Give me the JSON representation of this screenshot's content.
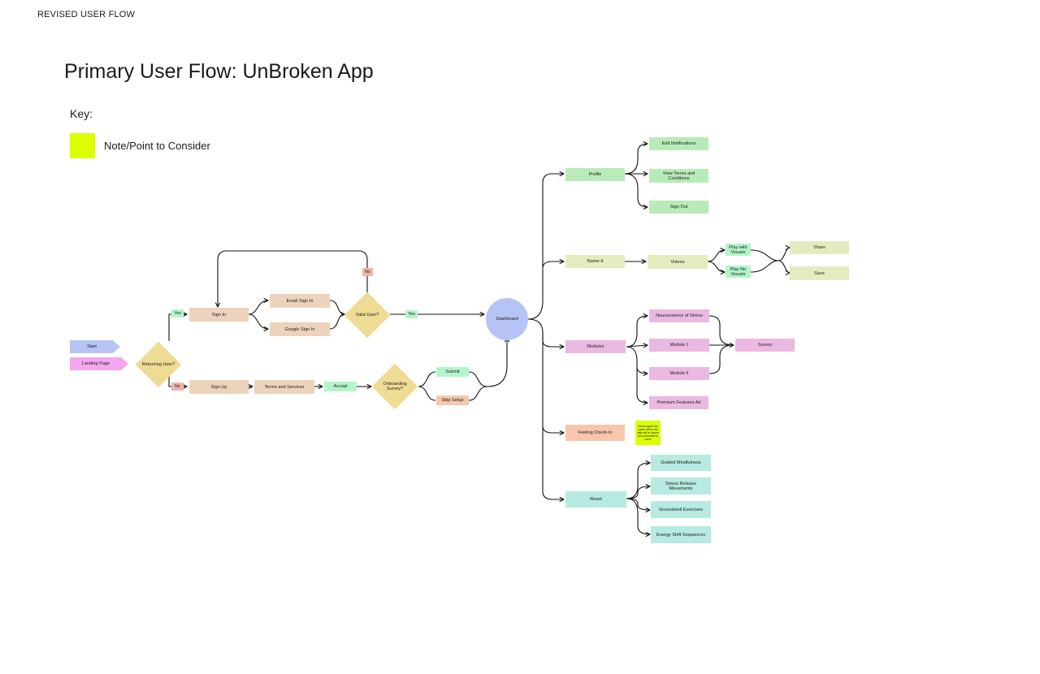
{
  "frame_label": "REVISED USER FLOW",
  "title": "Primary User Flow: UnBroken App",
  "key": {
    "title": "Key:",
    "swatch_color": "#dcff00",
    "label": "Note/Point to Consider"
  },
  "nodes": {
    "start": "Start",
    "landing_page": "Landing Page",
    "returning_user": "Returning User?",
    "yes1": "Yes",
    "no1": "No",
    "sign_in": "Sign In",
    "email_sign_in": "Email Sign In",
    "google_sign_in": "Google Sign In",
    "valid_user": "Valid User?",
    "no2": "No",
    "yes2": "Yes",
    "sign_up": "Sign Up",
    "terms_and_services": "Terms and Services",
    "accept": "Accept",
    "onboarding_survey": "Onboarding Survey?",
    "submit": "Submit",
    "skip_setup": "Skip Setup",
    "dashboard": "Dashboard",
    "profile": "Profile",
    "edit_notifications": "Edit Notifications",
    "view_terms": "View Terms and Conditions",
    "sign_out": "Sign Out",
    "name_it": "Name-It",
    "videos": "Videos",
    "play_with_visuals": "Play with Visuals",
    "play_no_visuals": "Play No Visuals",
    "share": "Share",
    "save": "Save",
    "modules": "Modules",
    "neuroscience_of_stress": "Neuroscience of Stress",
    "module_1": "Module 1",
    "module_6": "Module 6",
    "premium_features_ad": "Premium Features Ad",
    "survey": "Survey",
    "feeling_check_in": "Feeling Check-In",
    "note_text": "Check again this cases where the data will be stored and presented to users",
    "reset": "Reset",
    "guided_mindfulness": "Guided Mindfulness",
    "stress_release_movements": "Stress Release Movements",
    "groundwell_exercises": "Groundwell Exercises",
    "energy_shift_sequences": "Energy Shift Sequences"
  }
}
